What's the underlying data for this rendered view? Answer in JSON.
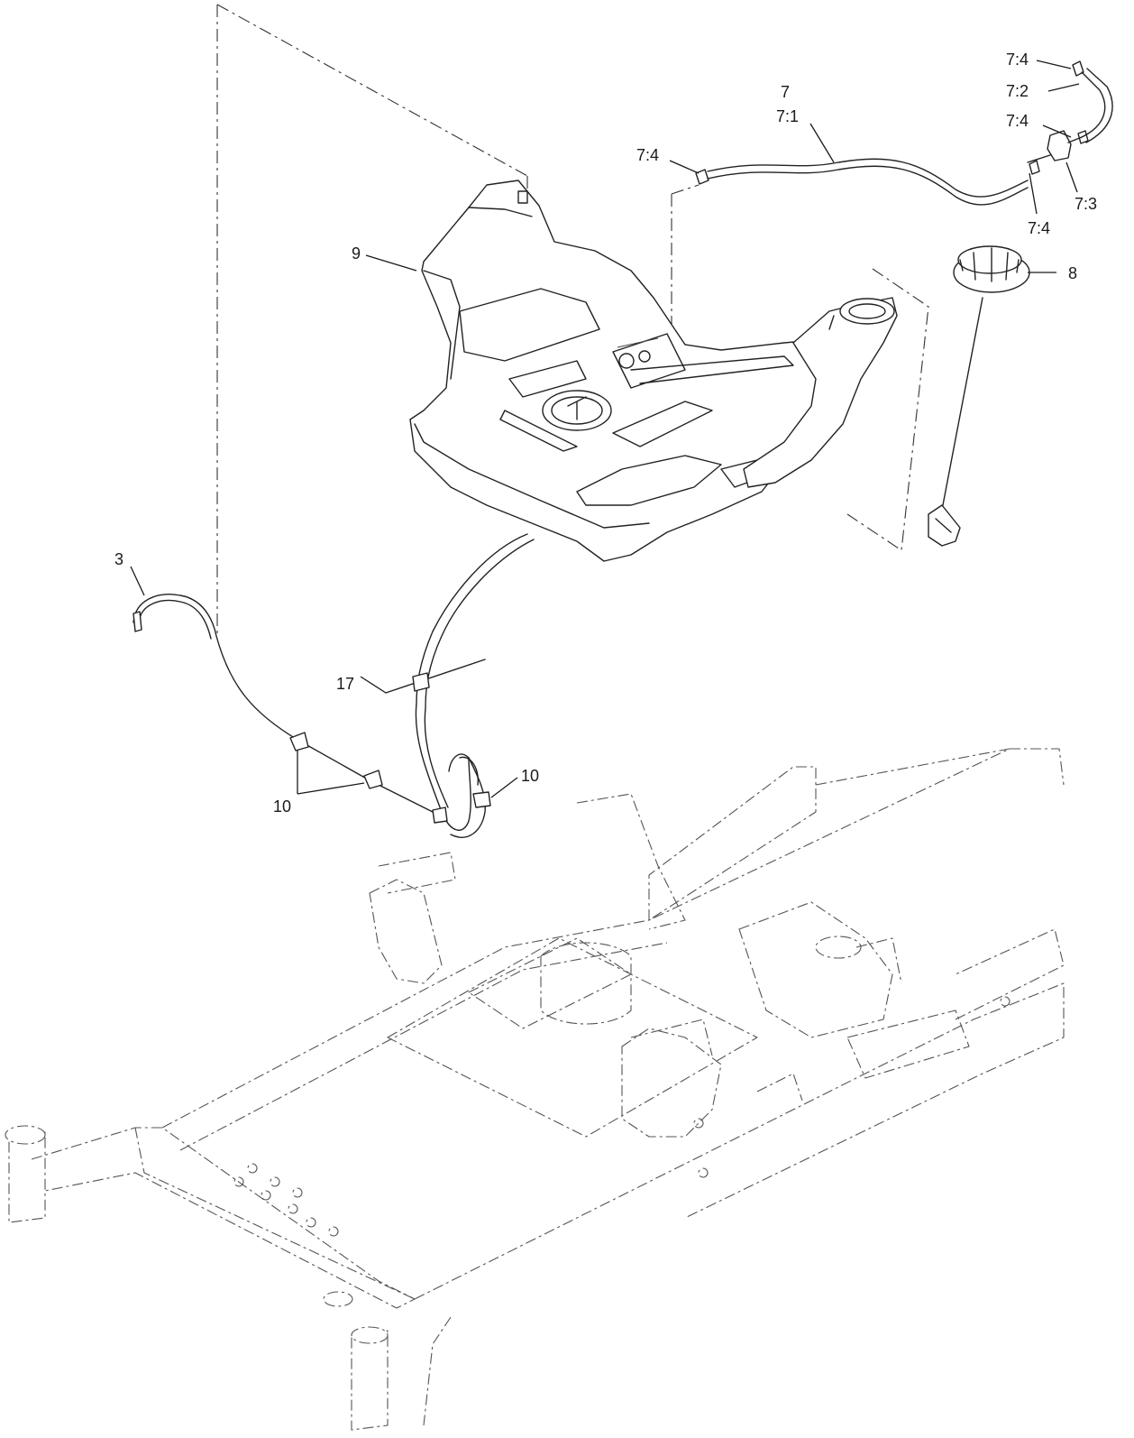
{
  "callouts": {
    "c_3": "3",
    "c_7": "7",
    "c_7_1": "7:1",
    "c_7_2": "7:2",
    "c_7_3": "7:3",
    "c_7_4_top": "7:4",
    "c_7_4_mid": "7:4",
    "c_7_4_left": "7:4",
    "c_7_4_bottom": "7:4",
    "c_8": "8",
    "c_9": "9",
    "c_10_left": "10",
    "c_10_right": "10",
    "c_17": "17"
  },
  "colors": {
    "line": "#222222",
    "frame": "#555555",
    "background": "#ffffff"
  }
}
